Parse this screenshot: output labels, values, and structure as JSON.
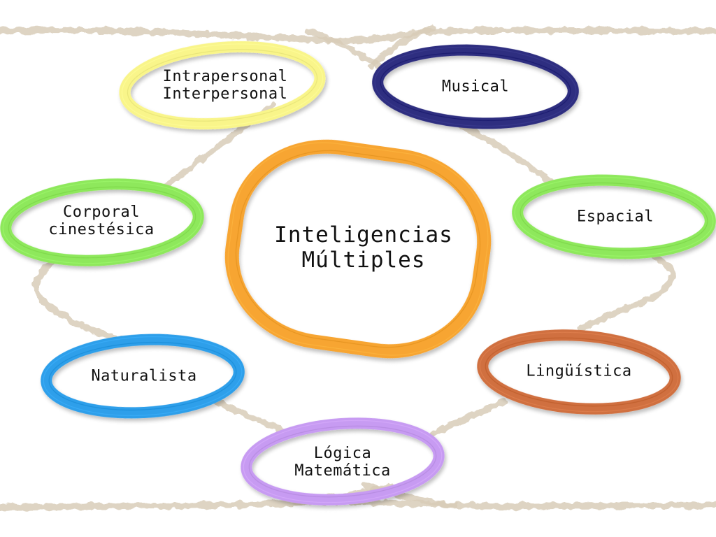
{
  "center": {
    "lines": [
      "Inteligencias",
      "Múltiples"
    ],
    "color": "#F7A531"
  },
  "nodes": [
    {
      "id": "intrapersonal",
      "lines": [
        "Intrapersonal",
        "Interpersonal"
      ],
      "color": "#F9F58A"
    },
    {
      "id": "musical",
      "lines": [
        "Musical"
      ],
      "color": "#2E2E80"
    },
    {
      "id": "corporal",
      "lines": [
        "Corporal",
        "cinestésica"
      ],
      "color": "#8EE85C"
    },
    {
      "id": "espacial",
      "lines": [
        "Espacial"
      ],
      "color": "#8EE85C"
    },
    {
      "id": "naturalista",
      "lines": [
        "Naturalista"
      ],
      "color": "#2E9FEA"
    },
    {
      "id": "linguistica",
      "lines": [
        "Lingüística"
      ],
      "color": "#D0703F"
    },
    {
      "id": "logica",
      "lines": [
        "Lógica",
        "Matemática"
      ],
      "color": "#C79BF2"
    }
  ],
  "rope_color": "#D8CDB9"
}
